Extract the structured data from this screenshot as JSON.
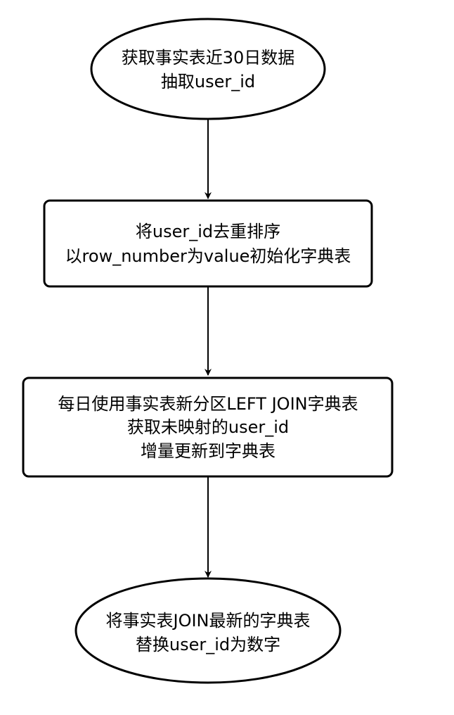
{
  "flowchart": {
    "nodes": [
      {
        "id": "start",
        "shape": "ellipse",
        "lines": [
          "获取事实表近30日数据",
          "抽取user_id"
        ]
      },
      {
        "id": "init-dict",
        "shape": "rounded-rect",
        "lines": [
          "将user_id去重排序",
          "以row_number为value初始化字典表"
        ]
      },
      {
        "id": "incremental-update",
        "shape": "rounded-rect",
        "lines": [
          "每日使用事实表新分区LEFT JOIN字典表",
          "获取未映射的user_id",
          "增量更新到字典表"
        ]
      },
      {
        "id": "end",
        "shape": "ellipse",
        "lines": [
          "将事实表JOIN最新的字典表",
          "替换user_id为数字"
        ]
      }
    ],
    "edges": [
      {
        "from": "start",
        "to": "init-dict"
      },
      {
        "from": "init-dict",
        "to": "incremental-update"
      },
      {
        "from": "incremental-update",
        "to": "end"
      }
    ],
    "colors": {
      "stroke": "#000000",
      "fill": "#ffffff",
      "text": "#000000"
    }
  }
}
